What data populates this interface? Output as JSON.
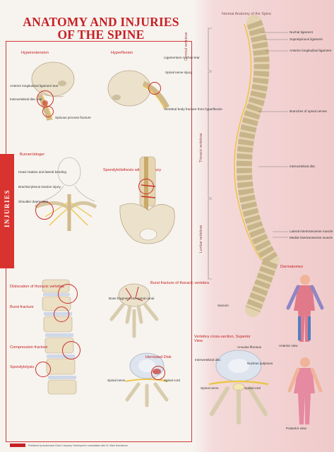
{
  "title": {
    "line1": "ANATOMY AND INJURIES",
    "line2": "OF THE SPINE"
  },
  "sidebar_tab": {
    "label": "INJURIES"
  },
  "panels": {
    "hyperextension": {
      "title": "Hyperextension",
      "labels": [
        "Anterior longitudinal ligament tear",
        "Intervertebral disc tear",
        "Spinous process fracture"
      ]
    },
    "hyperflexion": {
      "title": "Hyperflexion",
      "labels": [
        "Ligamentum nuchae tear",
        "Spinal nerve injury",
        "Vertebral body fracture from hyperflexion"
      ]
    },
    "burner": {
      "title": "Burner/stinger",
      "labels": [
        "Head rotation and lateral bending",
        "Brachial plexus traction injury",
        "Shoulder depression"
      ]
    },
    "spondylolisthesis": {
      "title": "Spondylolisthesis with cord injury"
    },
    "lumbar": {
      "labels": [
        "Dislocation of thoracic vertebra",
        "Burst fracture",
        "Compression fracture",
        "Spondylolysis"
      ]
    },
    "burst": {
      "title": "Burst fracture of thoracic vertebra",
      "labels": [
        "Bone fragment into spinal canal"
      ]
    },
    "herniated": {
      "title": "Herniated Disk",
      "labels": [
        "Spinal nerve",
        "Spinal cord"
      ]
    },
    "normal": {
      "title": "Normal Anatomy of the Spine",
      "regions": [
        "Cervical vertebrae",
        "Thoracic vertebrae",
        "Lumbar vertebrae"
      ],
      "labels": [
        "Nuchal ligament",
        "Supraspinous ligament",
        "Anterior longitudinal ligament",
        "Branches of spinal nerves",
        "Intervertebral disc",
        "Lateral intertransverse muscle",
        "Medial intertransverse muscle",
        "Sacrum"
      ]
    },
    "dermatomes": {
      "title": "Dermatomes",
      "anterior": "Anterior view",
      "posterior": "Posterior view"
    },
    "cross": {
      "title": "Vertebra cross-section, Superior View",
      "labels": [
        "Annulus fibrosus",
        "Intervertebral disc",
        "Nucleus pulposus",
        "Spinal nerve",
        "Spinal cord"
      ]
    }
  },
  "footer": "Published by Anatomical Chart Company. Developed in consultation with Dr. Mark Hutchinson.",
  "colors": {
    "accent": "#c62026",
    "bone": "#efe3c8",
    "nerve": "#e9c74a"
  }
}
